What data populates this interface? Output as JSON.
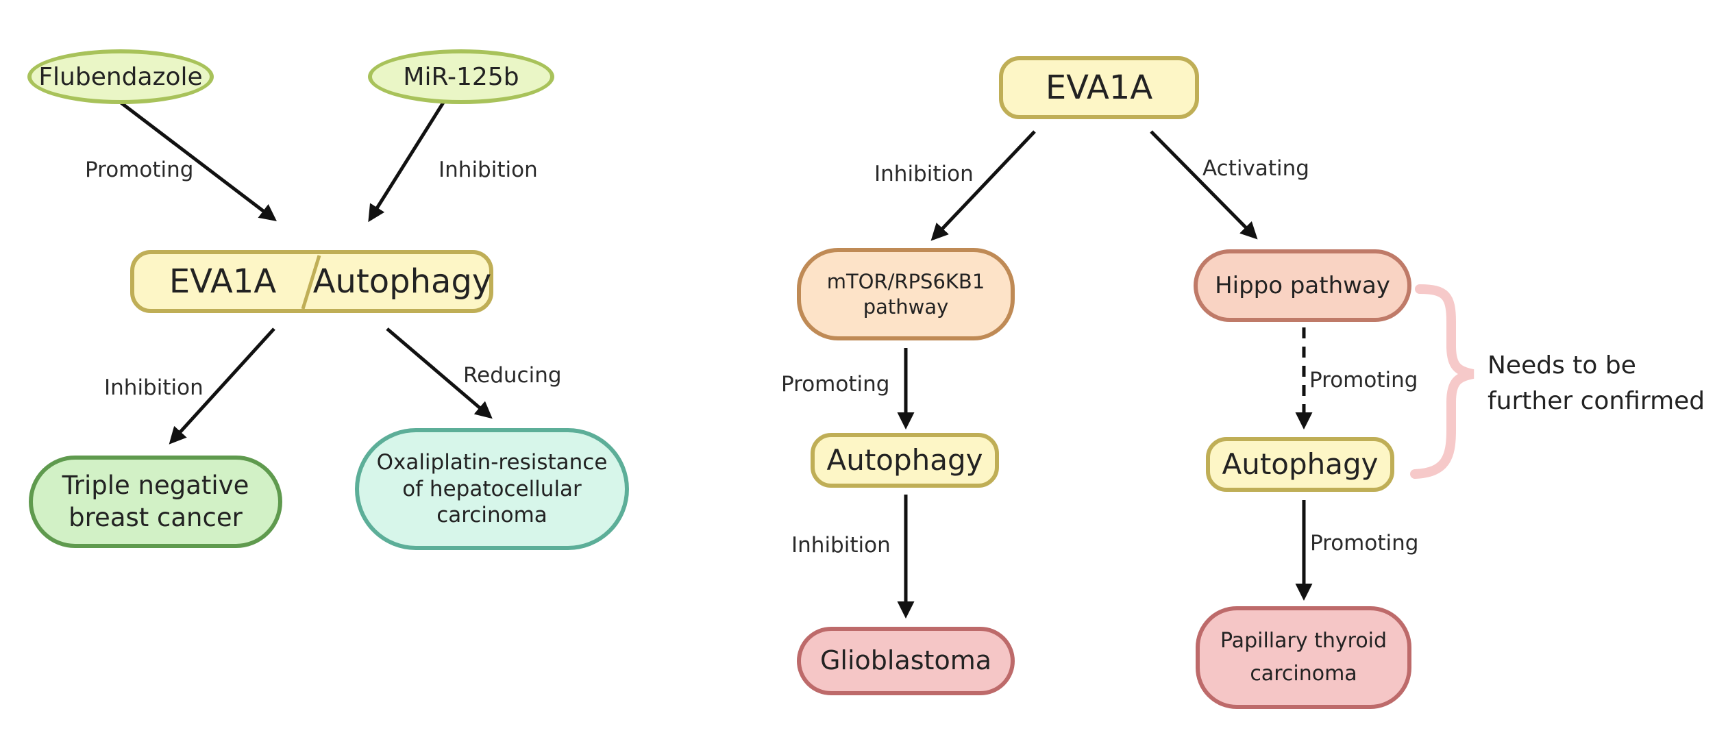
{
  "left": {
    "flubendazole": "Flubendazole",
    "mir125b": "MiR-125b",
    "promoting": "Promoting",
    "inhibition_top": "Inhibition",
    "eva1a": "EVA1A",
    "autophagy": "Autophagy",
    "inhibition_bottom": "Inhibition",
    "reducing": "Reducing",
    "tnbc": "Triple negative breast cancer",
    "oxali": "Oxaliplatin-resistance of hepatocellular carcinoma"
  },
  "right": {
    "eva1a": "EVA1A",
    "inhibition_1": "Inhibition",
    "activating": "Activating",
    "mtor": "mTOR/RPS6KB1 pathway",
    "hippo": "Hippo pathway",
    "promoting_left": "Promoting",
    "promoting_dashed": "Promoting",
    "autophagy_left": "Autophagy",
    "autophagy_right": "Autophagy",
    "inhibition_2": "Inhibition",
    "promoting_right": "Promoting",
    "glioblastoma": "Glioblastoma",
    "ptc": "Papillary thyroid carcinoma",
    "note": "Needs to be further confirmed"
  },
  "colors": {
    "arrow": "#111111",
    "bracket": "#f6c9c9"
  }
}
